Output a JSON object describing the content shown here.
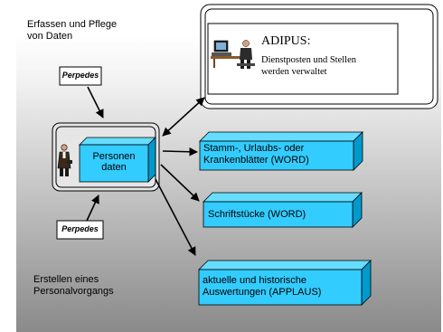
{
  "left_top_caption": {
    "line1": "Erfassen und Pflege",
    "line2": "von Daten"
  },
  "perpedes_top": "Perpedes",
  "perpedes_bottom": "Perpedes",
  "left_bottom_caption": {
    "line1": "Erstellen eines",
    "line2": "Personalvorgangs"
  },
  "person_box": {
    "line1": "Personen",
    "line2": "daten"
  },
  "adipus": {
    "title": "ADIPUS:",
    "line2": "Dienstposten und Stellen",
    "line3": "werden verwaltet"
  },
  "targets": [
    {
      "line1": "Stamm-, Urlaubs- oder",
      "line2": "Krankenblätter (WORD)"
    },
    {
      "line1": "Schriftstücke (WORD)",
      "line2": ""
    },
    {
      "line1": "aktuelle und historische",
      "line2": "Auswertungen (APPLAUS)"
    }
  ],
  "colors": {
    "box_face": "#33CCFF",
    "box_top": "#66DDFF",
    "box_side": "#0099CC",
    "gradient_top": "#ffffff",
    "gradient_bottom": "#8c8c8c",
    "arrow": "#000000"
  },
  "icons": {
    "person": "businessman-icon",
    "computer_user": "computer-user-icon"
  }
}
